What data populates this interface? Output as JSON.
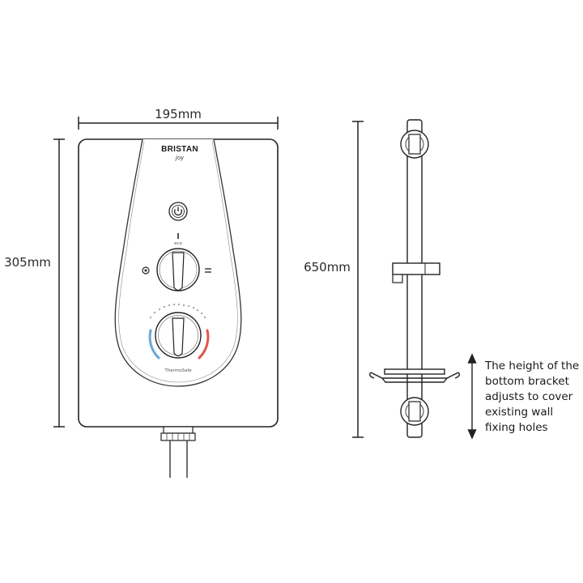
{
  "dimensions": {
    "width_label": "195mm",
    "height_label": "305mm",
    "rail_height_label": "650mm"
  },
  "unit": {
    "brand": "BRISTAN",
    "model": "joy",
    "eco_label": "eco",
    "logo_label": "ThermoSafe"
  },
  "note": {
    "lines": [
      "The height of the",
      "bottom bracket",
      "adjusts to cover",
      "existing wall",
      "fixing holes"
    ]
  }
}
